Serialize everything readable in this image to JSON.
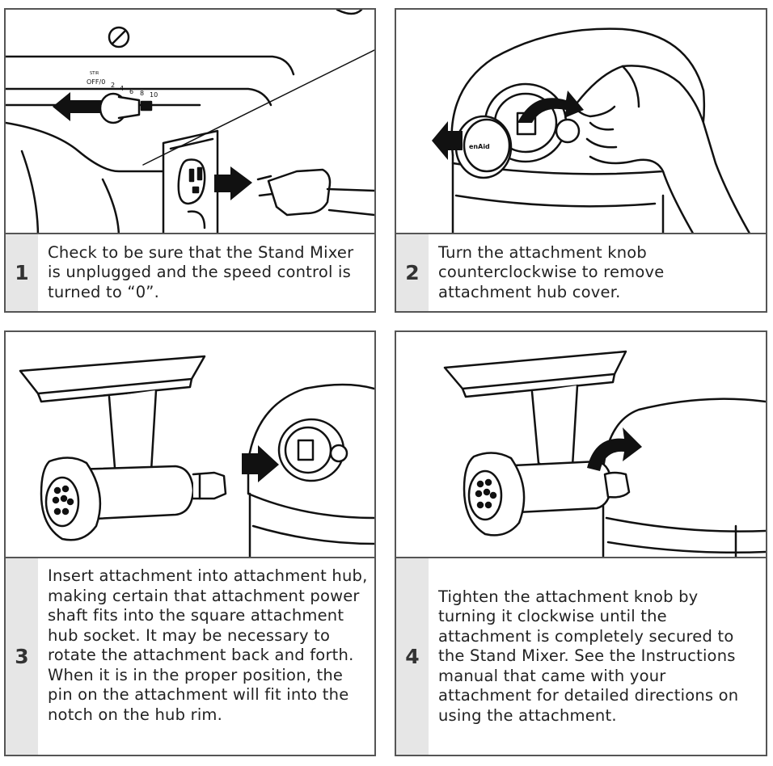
{
  "steps": [
    {
      "number": "1",
      "text": "Check to be sure that the Stand Mixer is unplugged and the speed control is turned to “0”."
    },
    {
      "number": "2",
      "text": "Turn the attachment knob counterclockwise to remove attachment hub cover."
    },
    {
      "number": "3",
      "text": "Insert attachment into attachment hub, making certain that attachment power shaft fits into the square attachment hub socket. It may be necessary to rotate the attachment back and forth. When it is in the proper position, the pin on the attachment will fit into the notch on the hub rim."
    },
    {
      "number": "4",
      "text": "Tighten the attachment knob by turning it clockwise until the attachment is completely secured to the Stand Mixer. See the Instructions manual that came with your attachment for detailed directions on using the attachment."
    }
  ],
  "illustration_labels": {
    "speed_off": "OFF/0",
    "speed_stir": "STIR",
    "speed_2": "2",
    "speed_4": "4",
    "speed_6": "6",
    "speed_8": "8",
    "speed_10": "10",
    "brand_mark": "enAid"
  }
}
